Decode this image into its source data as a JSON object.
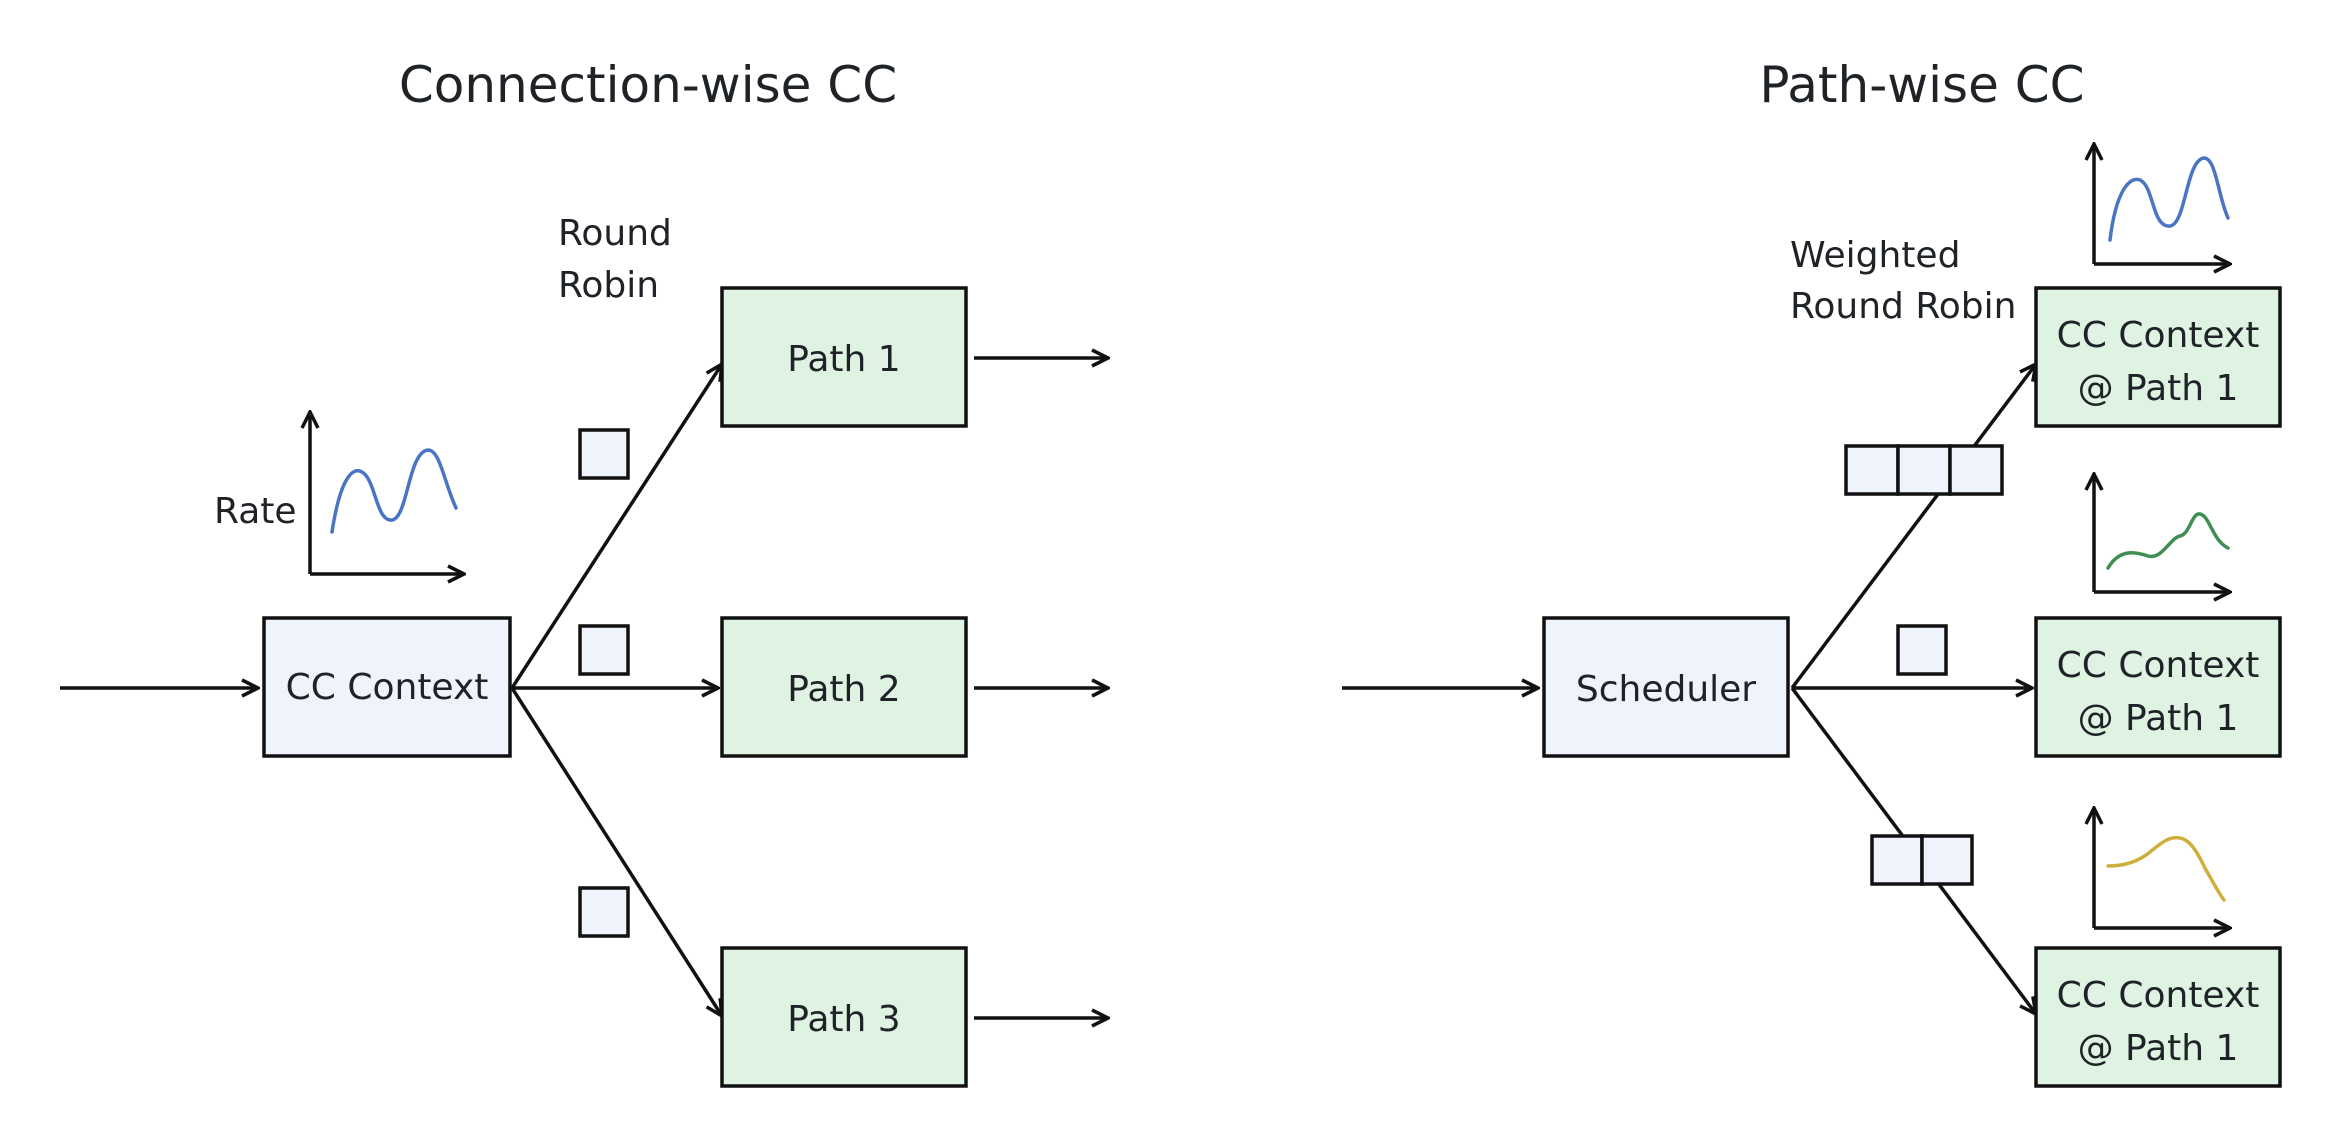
{
  "left": {
    "title": "Connection-wise CC",
    "round_robin_line1": "Round",
    "round_robin_line2": "Robin",
    "rate_label": "Rate",
    "cc_context": "CC Context",
    "paths": [
      "Path 1",
      "Path 2",
      "Path 3"
    ]
  },
  "right": {
    "title": "Path-wise CC",
    "weighted_line1": "Weighted",
    "weighted_line2": "Round Robin",
    "scheduler": "Scheduler",
    "contexts": [
      {
        "line1": "CC Context",
        "line2": "@ Path 1"
      },
      {
        "line1": "CC Context",
        "line2": "@ Path 1"
      },
      {
        "line1": "CC Context",
        "line2": "@ Path 1"
      }
    ]
  },
  "colors": {
    "sender_fill": "#eef3fc",
    "path_fill": "#dff3e3",
    "packet_fill": "#eef3fc",
    "curve_blue": "#4a74c4",
    "curve_green": "#3f8f55",
    "curve_gold": "#cfae3e"
  }
}
